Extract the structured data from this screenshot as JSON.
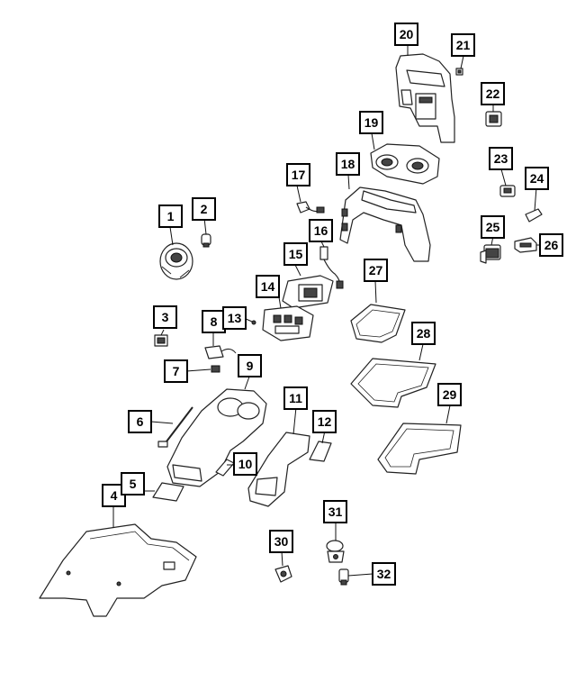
{
  "callouts": [
    {
      "id": "callout-1",
      "label": "1"
    },
    {
      "id": "callout-2",
      "label": "2"
    },
    {
      "id": "callout-3",
      "label": "3"
    },
    {
      "id": "callout-4",
      "label": "4"
    },
    {
      "id": "callout-5",
      "label": "5"
    },
    {
      "id": "callout-6",
      "label": "6"
    },
    {
      "id": "callout-7",
      "label": "7"
    },
    {
      "id": "callout-8",
      "label": "8"
    },
    {
      "id": "callout-9",
      "label": "9"
    },
    {
      "id": "callout-10",
      "label": "10"
    },
    {
      "id": "callout-11",
      "label": "11"
    },
    {
      "id": "callout-12",
      "label": "12"
    },
    {
      "id": "callout-13",
      "label": "13"
    },
    {
      "id": "callout-14",
      "label": "14"
    },
    {
      "id": "callout-15",
      "label": "15"
    },
    {
      "id": "callout-16",
      "label": "16"
    },
    {
      "id": "callout-17",
      "label": "17"
    },
    {
      "id": "callout-18",
      "label": "18"
    },
    {
      "id": "callout-19",
      "label": "19"
    },
    {
      "id": "callout-20",
      "label": "20"
    },
    {
      "id": "callout-21",
      "label": "21"
    },
    {
      "id": "callout-22",
      "label": "22"
    },
    {
      "id": "callout-23",
      "label": "23"
    },
    {
      "id": "callout-24",
      "label": "24"
    },
    {
      "id": "callout-25",
      "label": "25"
    },
    {
      "id": "callout-26",
      "label": "26"
    },
    {
      "id": "callout-27",
      "label": "27"
    },
    {
      "id": "callout-28",
      "label": "28"
    },
    {
      "id": "callout-29",
      "label": "29"
    },
    {
      "id": "callout-30",
      "label": "30"
    },
    {
      "id": "callout-31",
      "label": "31"
    },
    {
      "id": "callout-32",
      "label": "32"
    }
  ]
}
